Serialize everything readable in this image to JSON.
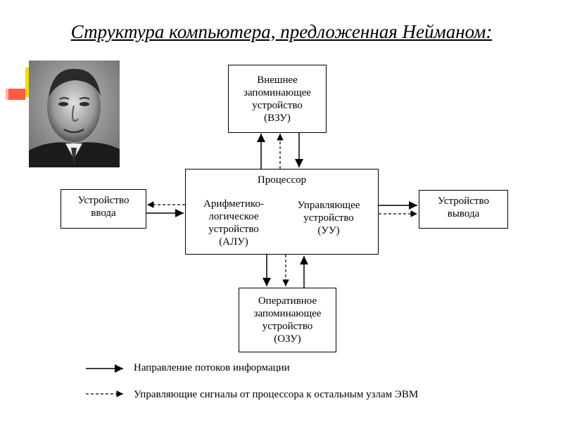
{
  "title": "Структура компьютера, предложенная Нейманом:",
  "photo": {
    "description_icon": "portrait-photo-icon"
  },
  "boxes": {
    "vzu": {
      "lines": [
        "Внешнее",
        "запоминающее",
        "устройство",
        "(ВЗУ)"
      ]
    },
    "input": {
      "lines": [
        "Устройство",
        "ввода"
      ]
    },
    "output": {
      "lines": [
        "Устройство",
        "вывода"
      ]
    },
    "ozu": {
      "lines": [
        "Оперативное",
        "запоминающее",
        "устройство",
        "(ОЗУ)"
      ]
    },
    "cpu": {
      "title": "Процессор",
      "alu": {
        "lines": [
          "Арифметико-",
          "логическое",
          "устройство",
          "(АЛУ)"
        ]
      },
      "uu": {
        "lines": [
          "Управляющее",
          "устройство",
          "(УУ)"
        ]
      }
    }
  },
  "legend": {
    "solid": "Направление потоков информации",
    "dashed": "Управляющие сигналы от процессора к остальным узлам ЭВМ"
  },
  "colors": {
    "stroke": "#000000",
    "deco_yellow": "#ffd600",
    "deco_red": "#ff5a4a"
  }
}
